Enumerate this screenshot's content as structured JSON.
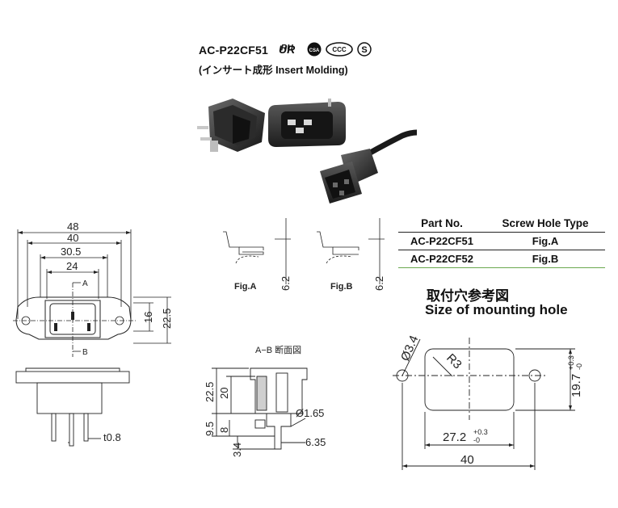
{
  "header": {
    "title": "AC-P22CF51",
    "subtitle": "(インサート成形 Insert Molding)",
    "cert_marks": [
      "UR",
      "CSA",
      "CCC",
      "S"
    ]
  },
  "table": {
    "headers": [
      "Part No.",
      "Screw Hole Type"
    ],
    "rows": [
      [
        "AC-P22CF51",
        "Fig.A"
      ],
      [
        "AC-P22CF52",
        "Fig.B"
      ]
    ]
  },
  "mounting_hole": {
    "title_jp": "取付穴参考図",
    "title_en": "Size of mounting hole",
    "dims": {
      "hole_dia": "Ø3.4",
      "radius": "R3",
      "height": "19.7",
      "height_tol_plus": "+0.3",
      "height_tol_minus": "-0",
      "width": "27.2",
      "width_tol_plus": "+0.3",
      "width_tol_minus": "-0",
      "total": "40"
    }
  },
  "front_view": {
    "dims": [
      "48",
      "40",
      "30.5",
      "24"
    ],
    "label_a": "A",
    "label_b": "B",
    "height_16": "16",
    "height_225": "22.5"
  },
  "side_view": {
    "thickness": "t0.8"
  },
  "fig_details": {
    "fig_a": "Fig.A",
    "fig_b": "Fig.B",
    "dim_a": "6.2",
    "dim_b": "6.2"
  },
  "section": {
    "title": "A−B 断面図",
    "dims": {
      "h225": "22.5",
      "h20": "20",
      "h95": "9.5",
      "h8": "8",
      "h34": "3.4",
      "dia": "Ø1.65",
      "w635": "6.35"
    }
  }
}
